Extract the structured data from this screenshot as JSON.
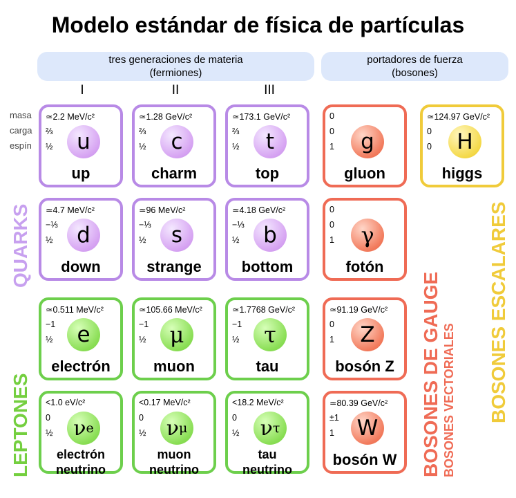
{
  "title": "Modelo estándar de física de partículas",
  "bands": {
    "matter_line1": "tres generaciones de materia",
    "matter_line2": "(fermiones)",
    "force_line1": "portadores de fuerza",
    "force_line2": "(bosones)"
  },
  "generations": [
    "I",
    "II",
    "III"
  ],
  "row_labels": {
    "mass": "masa",
    "charge": "carga",
    "spin": "espín"
  },
  "group_labels": {
    "quarks": "QUARKS",
    "leptons": "LEPTONES",
    "gauge_bosons": "BOSONES DE GAUGE",
    "vector_bosons": "BOSONES VECTORIALES",
    "scalar_bosons": "BOSONES ESCALARES"
  },
  "colors": {
    "quark": "#b88ae6",
    "lepton": "#6dcf4c",
    "gauge": "#ef6b55",
    "scalar": "#f0cb3a",
    "band": "#dde8fb"
  },
  "particles": {
    "up": {
      "mass": "≃2.2 MeV/c²",
      "charge": "⅔",
      "spin": "½",
      "symbol": "u",
      "name": "up"
    },
    "charm": {
      "mass": "≃1.28 GeV/c²",
      "charge": "⅔",
      "spin": "½",
      "symbol": "c",
      "name": "charm"
    },
    "top": {
      "mass": "≃173.1 GeV/c²",
      "charge": "⅔",
      "spin": "½",
      "symbol": "t",
      "name": "top"
    },
    "gluon": {
      "mass": "0",
      "charge": "0",
      "spin": "1",
      "symbol": "g",
      "name": "gluon"
    },
    "higgs": {
      "mass": "≃124.97 GeV/c²",
      "charge": "0",
      "spin": "0",
      "symbol": "H",
      "name": "higgs"
    },
    "down": {
      "mass": "≃4.7 MeV/c²",
      "charge": "−⅓",
      "spin": "½",
      "symbol": "d",
      "name": "down"
    },
    "strange": {
      "mass": "≃96 MeV/c²",
      "charge": "−⅓",
      "spin": "½",
      "symbol": "s",
      "name": "strange"
    },
    "bottom": {
      "mass": "≃4.18 GeV/c²",
      "charge": "−⅓",
      "spin": "½",
      "symbol": "b",
      "name": "bottom"
    },
    "photon": {
      "mass": "0",
      "charge": "0",
      "spin": "1",
      "symbol": "γ",
      "name": "fotón"
    },
    "electron": {
      "mass": "≃0.511 MeV/c²",
      "charge": "−1",
      "spin": "½",
      "symbol": "e",
      "name": "electrón"
    },
    "muon": {
      "mass": "≃105.66 MeV/c²",
      "charge": "−1",
      "spin": "½",
      "symbol": "μ",
      "name": "muon"
    },
    "tau": {
      "mass": "≃1.7768 GeV/c²",
      "charge": "−1",
      "spin": "½",
      "symbol": "τ",
      "name": "tau"
    },
    "zboson": {
      "mass": "≃91.19 GeV/c²",
      "charge": "0",
      "spin": "1",
      "symbol": "Z",
      "name": "bosón Z"
    },
    "nu_e": {
      "mass": "<1.0 eV/c²",
      "charge": "0",
      "spin": "½",
      "symbol": "ν",
      "sub": "e",
      "name1": "electrón",
      "name2": "neutrino"
    },
    "nu_mu": {
      "mass": "<0.17 MeV/c²",
      "charge": "0",
      "spin": "½",
      "symbol": "ν",
      "sub": "μ",
      "name1": "muon",
      "name2": "neutrino"
    },
    "nu_tau": {
      "mass": "<18.2 MeV/c²",
      "charge": "0",
      "spin": "½",
      "symbol": "ν",
      "sub": "τ",
      "name1": "tau",
      "name2": "neutrino"
    },
    "wboson": {
      "mass": "≃80.39 GeV/c²",
      "charge": "±1",
      "spin": "1",
      "symbol": "W",
      "name": "bosón W"
    }
  }
}
